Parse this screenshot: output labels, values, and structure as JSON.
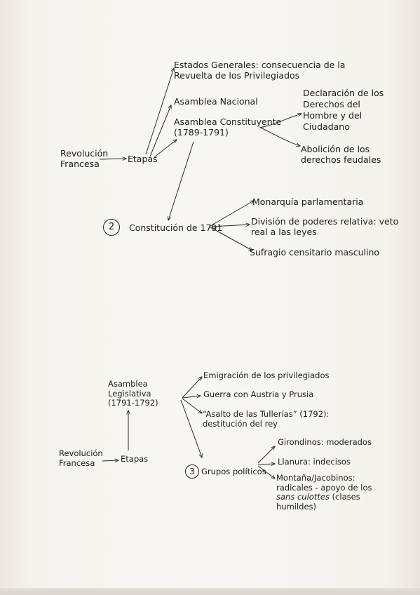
{
  "upper": {
    "root": {
      "line1": "Revolución",
      "line2": "Francesa"
    },
    "etapas": "Etapas",
    "estados": {
      "line1": "Estados Generales: consecuencia de la",
      "line2": "Revuelta de los Privilegiados"
    },
    "asamblea_nacional": "Asamblea Nacional",
    "asamblea_constituyente": {
      "line1": "Asamblea Constituyente",
      "line2": "(1789-1791)"
    },
    "declaracion": {
      "line1": "Declaración de los",
      "line2": "Derechos del",
      "line3": "Hombre y del",
      "line4": "Ciudadano"
    },
    "abolicion": {
      "line1": "Abolición de los",
      "line2": "derechos feudales"
    },
    "circle_number": "2",
    "constitucion": "Constitución de 1791",
    "monarquia": "Monarquía parlamentaria",
    "division": {
      "line1": "División de poderes relativa: veto",
      "line2": "real a las leyes"
    },
    "sufragio": "Sufragio censitario masculino"
  },
  "lower": {
    "asamblea_legislativa": {
      "line1": "Asamblea",
      "line2": "Legislativa",
      "line3": "(1791-1792)"
    },
    "emigracion": "Emigración de los privilegiados",
    "guerra": "Guerra con Austria y Prusia",
    "asalto": {
      "line1": "“Asalto de las Tullerías” (1792):",
      "line2": "destitución del rey"
    },
    "root": {
      "line1": "Revolución",
      "line2": "Francesa"
    },
    "etapas": "Etapas",
    "circle_number": "3",
    "grupos": "Grupos políticos",
    "girondinos": "Girondinos: moderados",
    "llanura": "Llanura: indecisos",
    "montana": {
      "line1": "Montaña/Jacobinos:",
      "line2": "radicales - apoyo de los",
      "line3_italic": "sans culottes",
      "line3_rest": " (clases",
      "line4": "humildes)"
    }
  }
}
